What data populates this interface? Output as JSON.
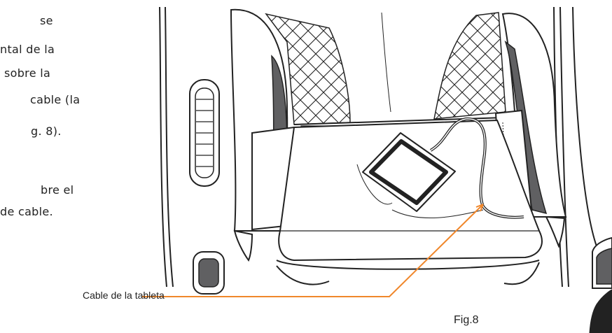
{
  "paragraph_lines": [
    "se",
    "ntal de la",
    "sobre la",
    "cable (la",
    "g. 8).",
    "bre el",
    "de cable."
  ],
  "callout": {
    "label": "Cable de la tableta",
    "color": "#f0872b"
  },
  "figure": {
    "label": "Fig.8"
  }
}
